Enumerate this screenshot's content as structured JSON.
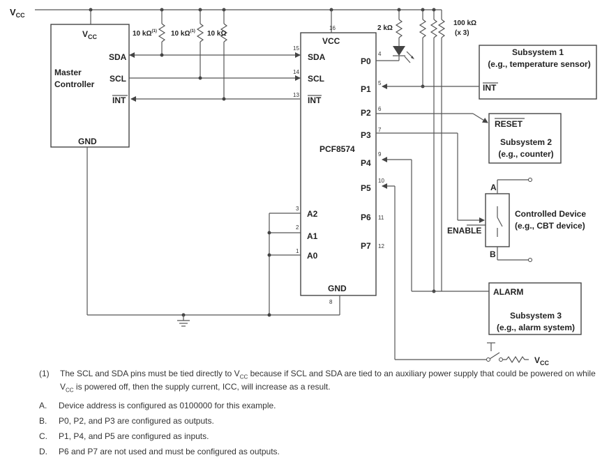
{
  "supply": {
    "label": "V",
    "sub": "CC"
  },
  "resistors": {
    "r1": "10 kΩ",
    "r2": "10 kΩ",
    "r3": "10 kΩ",
    "footnote_mark": "(1)",
    "led_r": "2 kΩ",
    "pullups": "100 kΩ",
    "pullups_count": "(x 3)"
  },
  "master": {
    "vcc": "V",
    "vcc_sub": "CC",
    "name_line1": "Master",
    "name_line2": "Controller",
    "sda": "SDA",
    "scl": "SCL",
    "int": "INT",
    "gnd": "GND"
  },
  "chip": {
    "name": "PCF8574",
    "vcc": "VCC",
    "gnd": "GND",
    "left_pins": [
      {
        "num": "15",
        "label": "SDA"
      },
      {
        "num": "14",
        "label": "SCL"
      },
      {
        "num": "13",
        "label": "INT"
      },
      {
        "num": "3",
        "label": "A2"
      },
      {
        "num": "2",
        "label": "A1"
      },
      {
        "num": "1",
        "label": "A0"
      }
    ],
    "vcc_pin": "16",
    "gnd_pin": "8",
    "right_pins": [
      {
        "num": "4",
        "label": "P0"
      },
      {
        "num": "5",
        "label": "P1"
      },
      {
        "num": "6",
        "label": "P2"
      },
      {
        "num": "7",
        "label": "P3"
      },
      {
        "num": "9",
        "label": "P4"
      },
      {
        "num": "10",
        "label": "P5"
      },
      {
        "num": "11",
        "label": "P6"
      },
      {
        "num": "12",
        "label": "P7"
      }
    ]
  },
  "subsystem1": {
    "title": "Subsystem 1",
    "desc": "(e.g., temperature sensor)",
    "int": "INT"
  },
  "subsystem2": {
    "reset": "RESET",
    "title": "Subsystem 2",
    "desc": "(e.g., counter)"
  },
  "device": {
    "enable": "ENABLE",
    "a": "A",
    "b": "B",
    "title": "Controlled Device",
    "desc": "(e.g., CBT device)"
  },
  "subsystem3": {
    "alarm": "ALARM",
    "title": "Subsystem 3",
    "desc": "(e.g., alarm system)"
  },
  "switch_vcc": {
    "label": "V",
    "sub": "CC"
  },
  "notes": [
    {
      "mark": "(1)",
      "text_a": "The SCL and SDA pins must be tied directly to V",
      "sub_a": "CC",
      "text_b": " because if SCL and SDA are tied to an auxiliary power supply that could be powered on while V",
      "sub_b": "CC",
      "text_c": " is powered off, then the supply current, ICC, will increase as a result."
    },
    {
      "mark": "A.",
      "text": "Device address is configured as 0100000 for this example."
    },
    {
      "mark": "B.",
      "text": "P0, P2, and P3 are configured as outputs."
    },
    {
      "mark": "C.",
      "text": "P1, P4, and P5 are configured as inputs."
    },
    {
      "mark": "D.",
      "text": "P6 and P7 are not used and must be configured as outputs."
    }
  ]
}
